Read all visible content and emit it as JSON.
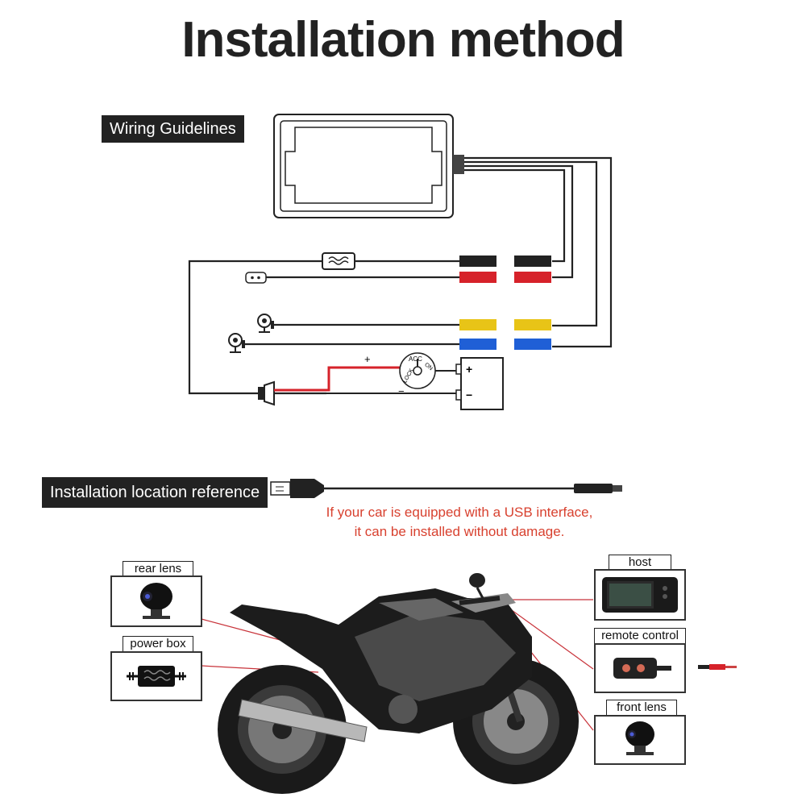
{
  "title": "Installation method",
  "sections": {
    "wiring": "Wiring Guidelines",
    "install": "Installation location reference"
  },
  "wiring_diagram": {
    "plus_sign": "+",
    "minus_sign": "−",
    "battery_plus": "+",
    "battery_minus": "−",
    "ignition_labels": [
      "LOCK",
      "ACC",
      "ON"
    ]
  },
  "usb_note": {
    "line1": "If your car is equipped with a USB interface,",
    "line2": "it can be installed without damage."
  },
  "components": {
    "rear_lens": "rear lens",
    "power_box": "power box",
    "host": "host",
    "remote_control": "remote control",
    "front_lens": "front lens"
  },
  "colors": {
    "wire_black": "#222222",
    "wire_red": "#d6222a",
    "wire_yellow": "#e8c417",
    "wire_blue": "#1f5fd6",
    "note_red": "#d8412f",
    "tag_bg": "#222222"
  }
}
